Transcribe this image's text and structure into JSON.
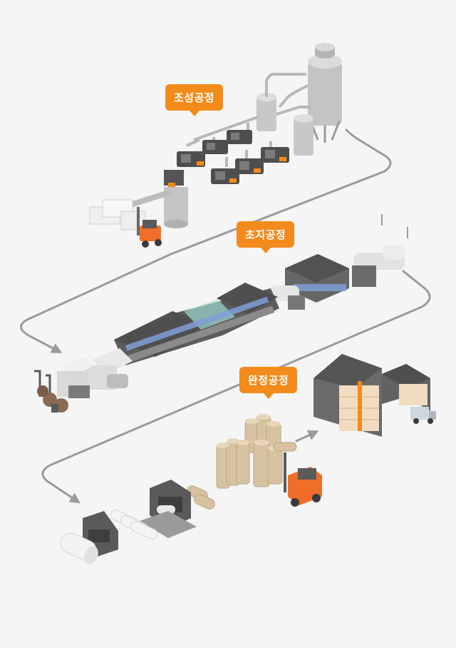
{
  "stages": {
    "compounding": "조성공정",
    "papermaking": "초지공정",
    "finishing": "완정공정"
  },
  "colors": {
    "accent": "#f38b1c",
    "flow_line": "#9b9b9b",
    "machine_dark": "#5a5a5a",
    "machine_light": "#cfcfcf",
    "background": "#f5f5f5"
  }
}
